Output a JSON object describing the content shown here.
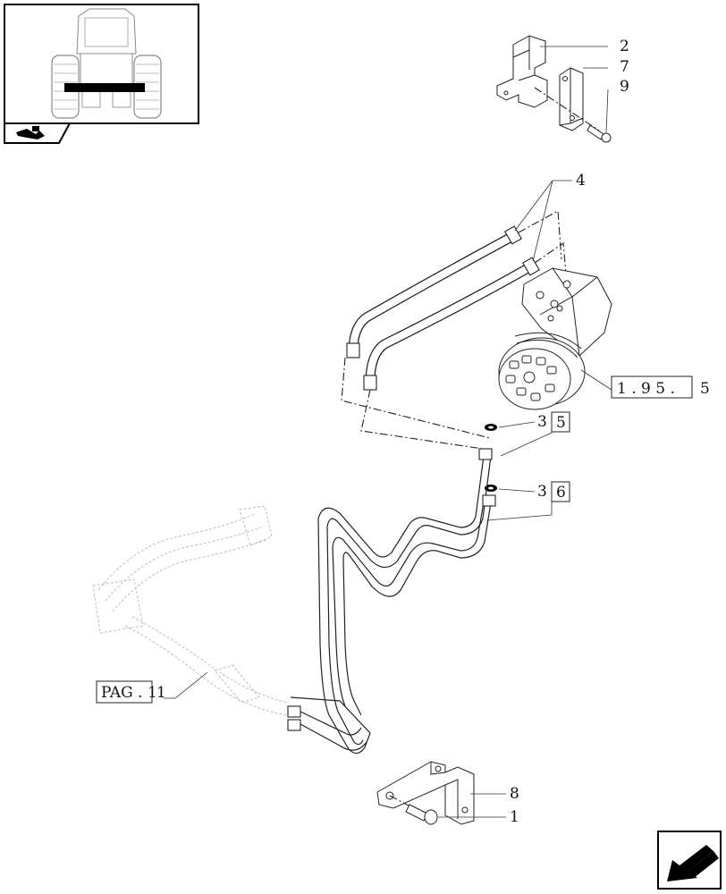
{
  "callouts": {
    "item_2": "2",
    "item_7": "7",
    "item_9": "9",
    "item_4": "4",
    "item_3a": "3",
    "item_3b": "3",
    "item_8": "8",
    "item_1": "1"
  },
  "references": {
    "ref_5": "5",
    "ref_6": "6",
    "steering_unit": {
      "boxed": "1 . 9 5 .",
      "suffix": "5"
    },
    "page_ref": {
      "boxed": "PAG . 1",
      "suffix": "1"
    }
  },
  "icons": {
    "thumbnail": "tractor-front-view-thumbnail",
    "section_tab": "hydraulic-section-icon",
    "nav_arrow": "previous-page-arrow-icon"
  },
  "colors": {
    "line": "#222222",
    "ghost": "#bdbdbd",
    "frame": "#000000"
  }
}
